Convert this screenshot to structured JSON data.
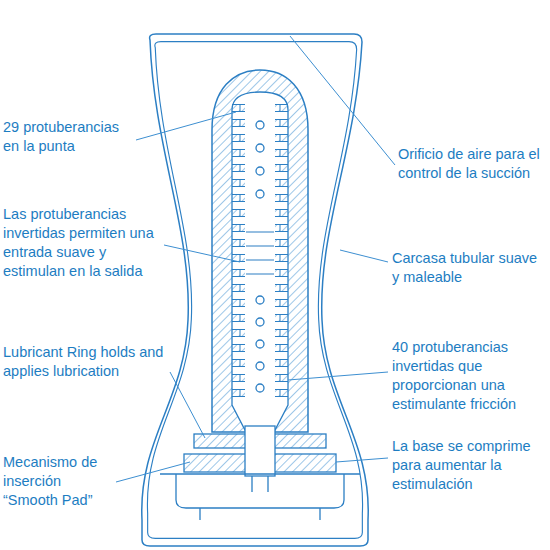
{
  "diagram": {
    "labels": [
      "29 protuberancias en la punta",
      "Orificio de aire para el control de la succión",
      "Las protuberancias invertidas permiten una entrada suave y estimulan en la salida",
      "Carcasa tubular suave y maleable",
      "Lubricant Ring holds and applies lubrication",
      "40 protuberancias invertidas que proporcionan una estimulante fricción",
      "Mecanismo de inserción “Smooth Pad”",
      "La base se comprime para aumentar la estimulación"
    ]
  }
}
